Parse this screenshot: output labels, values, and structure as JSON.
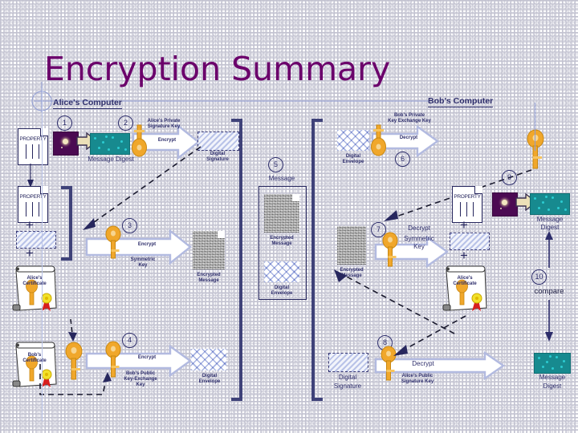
{
  "slide": {
    "title": "Encryption Summary",
    "title_color": "#6b006b",
    "accent_navy": "#2d2d6b"
  },
  "headings": {
    "alice_computer": "Alice's Computer",
    "bob_computer": "Bob's Computer"
  },
  "labels": {
    "property_doc": "PROPERTY",
    "message_digest": "Message Digest",
    "message_digest_2line_a": "Message",
    "message_digest_2line_b": "Digest",
    "alice_private_signature_key_a": "Alice's Private",
    "alice_private_signature_key_b": "Signature Key",
    "alice_public_signature_key_a": "Alice's Public",
    "alice_public_signature_key_b": "Signature Key",
    "bob_private_kex_key_a": "Bob's Private",
    "bob_private_kex_key_b": "Key Exchange Key",
    "bob_public_kex_key_a": "Bob's Public",
    "bob_public_kex_key_b": "Key-Exchange",
    "bob_public_kex_key_c": "Key",
    "symmetric_key_a": "Symmetric",
    "symmetric_key_b": "Key",
    "encrypt": "Encrypt",
    "decrypt": "Decrypt",
    "digital_signature_a": "Digital",
    "digital_signature_b": "Signature",
    "digital_envelope_a": "Digital",
    "digital_envelope_b": "Envelope",
    "encrypted_message_a": "Encrypted",
    "encrypted_message_b": "Message",
    "alices_certificate_a": "Alice's",
    "alices_certificate_b": "Certificate",
    "bobs_certificate_a": "Bob's",
    "bobs_certificate_b": "Certificate",
    "message": "Message",
    "compare": "compare",
    "plus": "+"
  },
  "steps": {
    "s1": "1",
    "s2": "2",
    "s3": "3",
    "s4": "4",
    "s5": "5",
    "s6": "6",
    "s7": "7",
    "s8": "8",
    "s9": "9",
    "s10": "10"
  },
  "colors": {
    "title": "#6b006b",
    "navy": "#2d2d6b",
    "bar": "#3f4279",
    "digest_teal": "#178a8f",
    "hash_purple": "#4b0a52",
    "key_gold": "#f0a72b",
    "arrow_fill": "#dfe3f2",
    "arrow_stroke": "#aab2d8",
    "seal_red": "#d81f1f",
    "seal_yellow": "#f2e12a"
  }
}
